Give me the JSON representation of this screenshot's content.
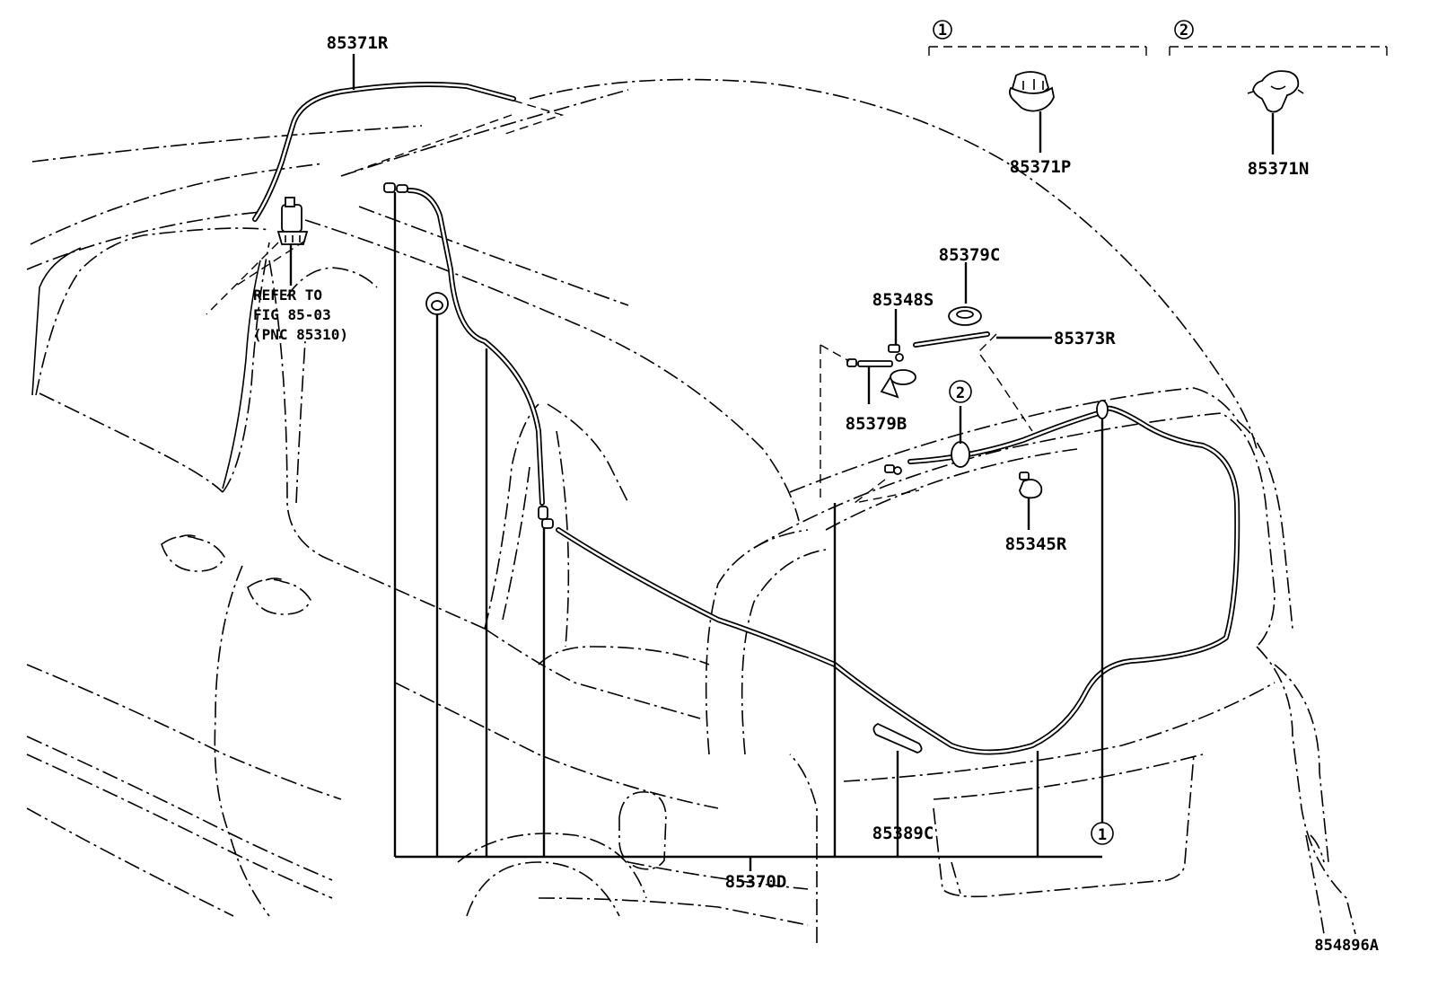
{
  "diagram_id": "854896A",
  "legend": {
    "group1": {
      "marker": "1",
      "part": "85371P"
    },
    "group2": {
      "marker": "2",
      "part": "85371N"
    }
  },
  "labels": {
    "hose_front": "85371R",
    "refer_line1": "REFER TO",
    "refer_line2": "FIG 85-03",
    "refer_line3": "(PNC 85310)",
    "grommet": "85379C",
    "nozzle_small": "85348S",
    "nozzle_bracket": "85379B",
    "hose_rear": "85373R",
    "rear_nozzle": "85345R",
    "clip_strip": "85389C",
    "hose_main": "85370D"
  },
  "markers": {
    "clip2_on_hose": "2",
    "clip1_at_bottom": "1"
  }
}
